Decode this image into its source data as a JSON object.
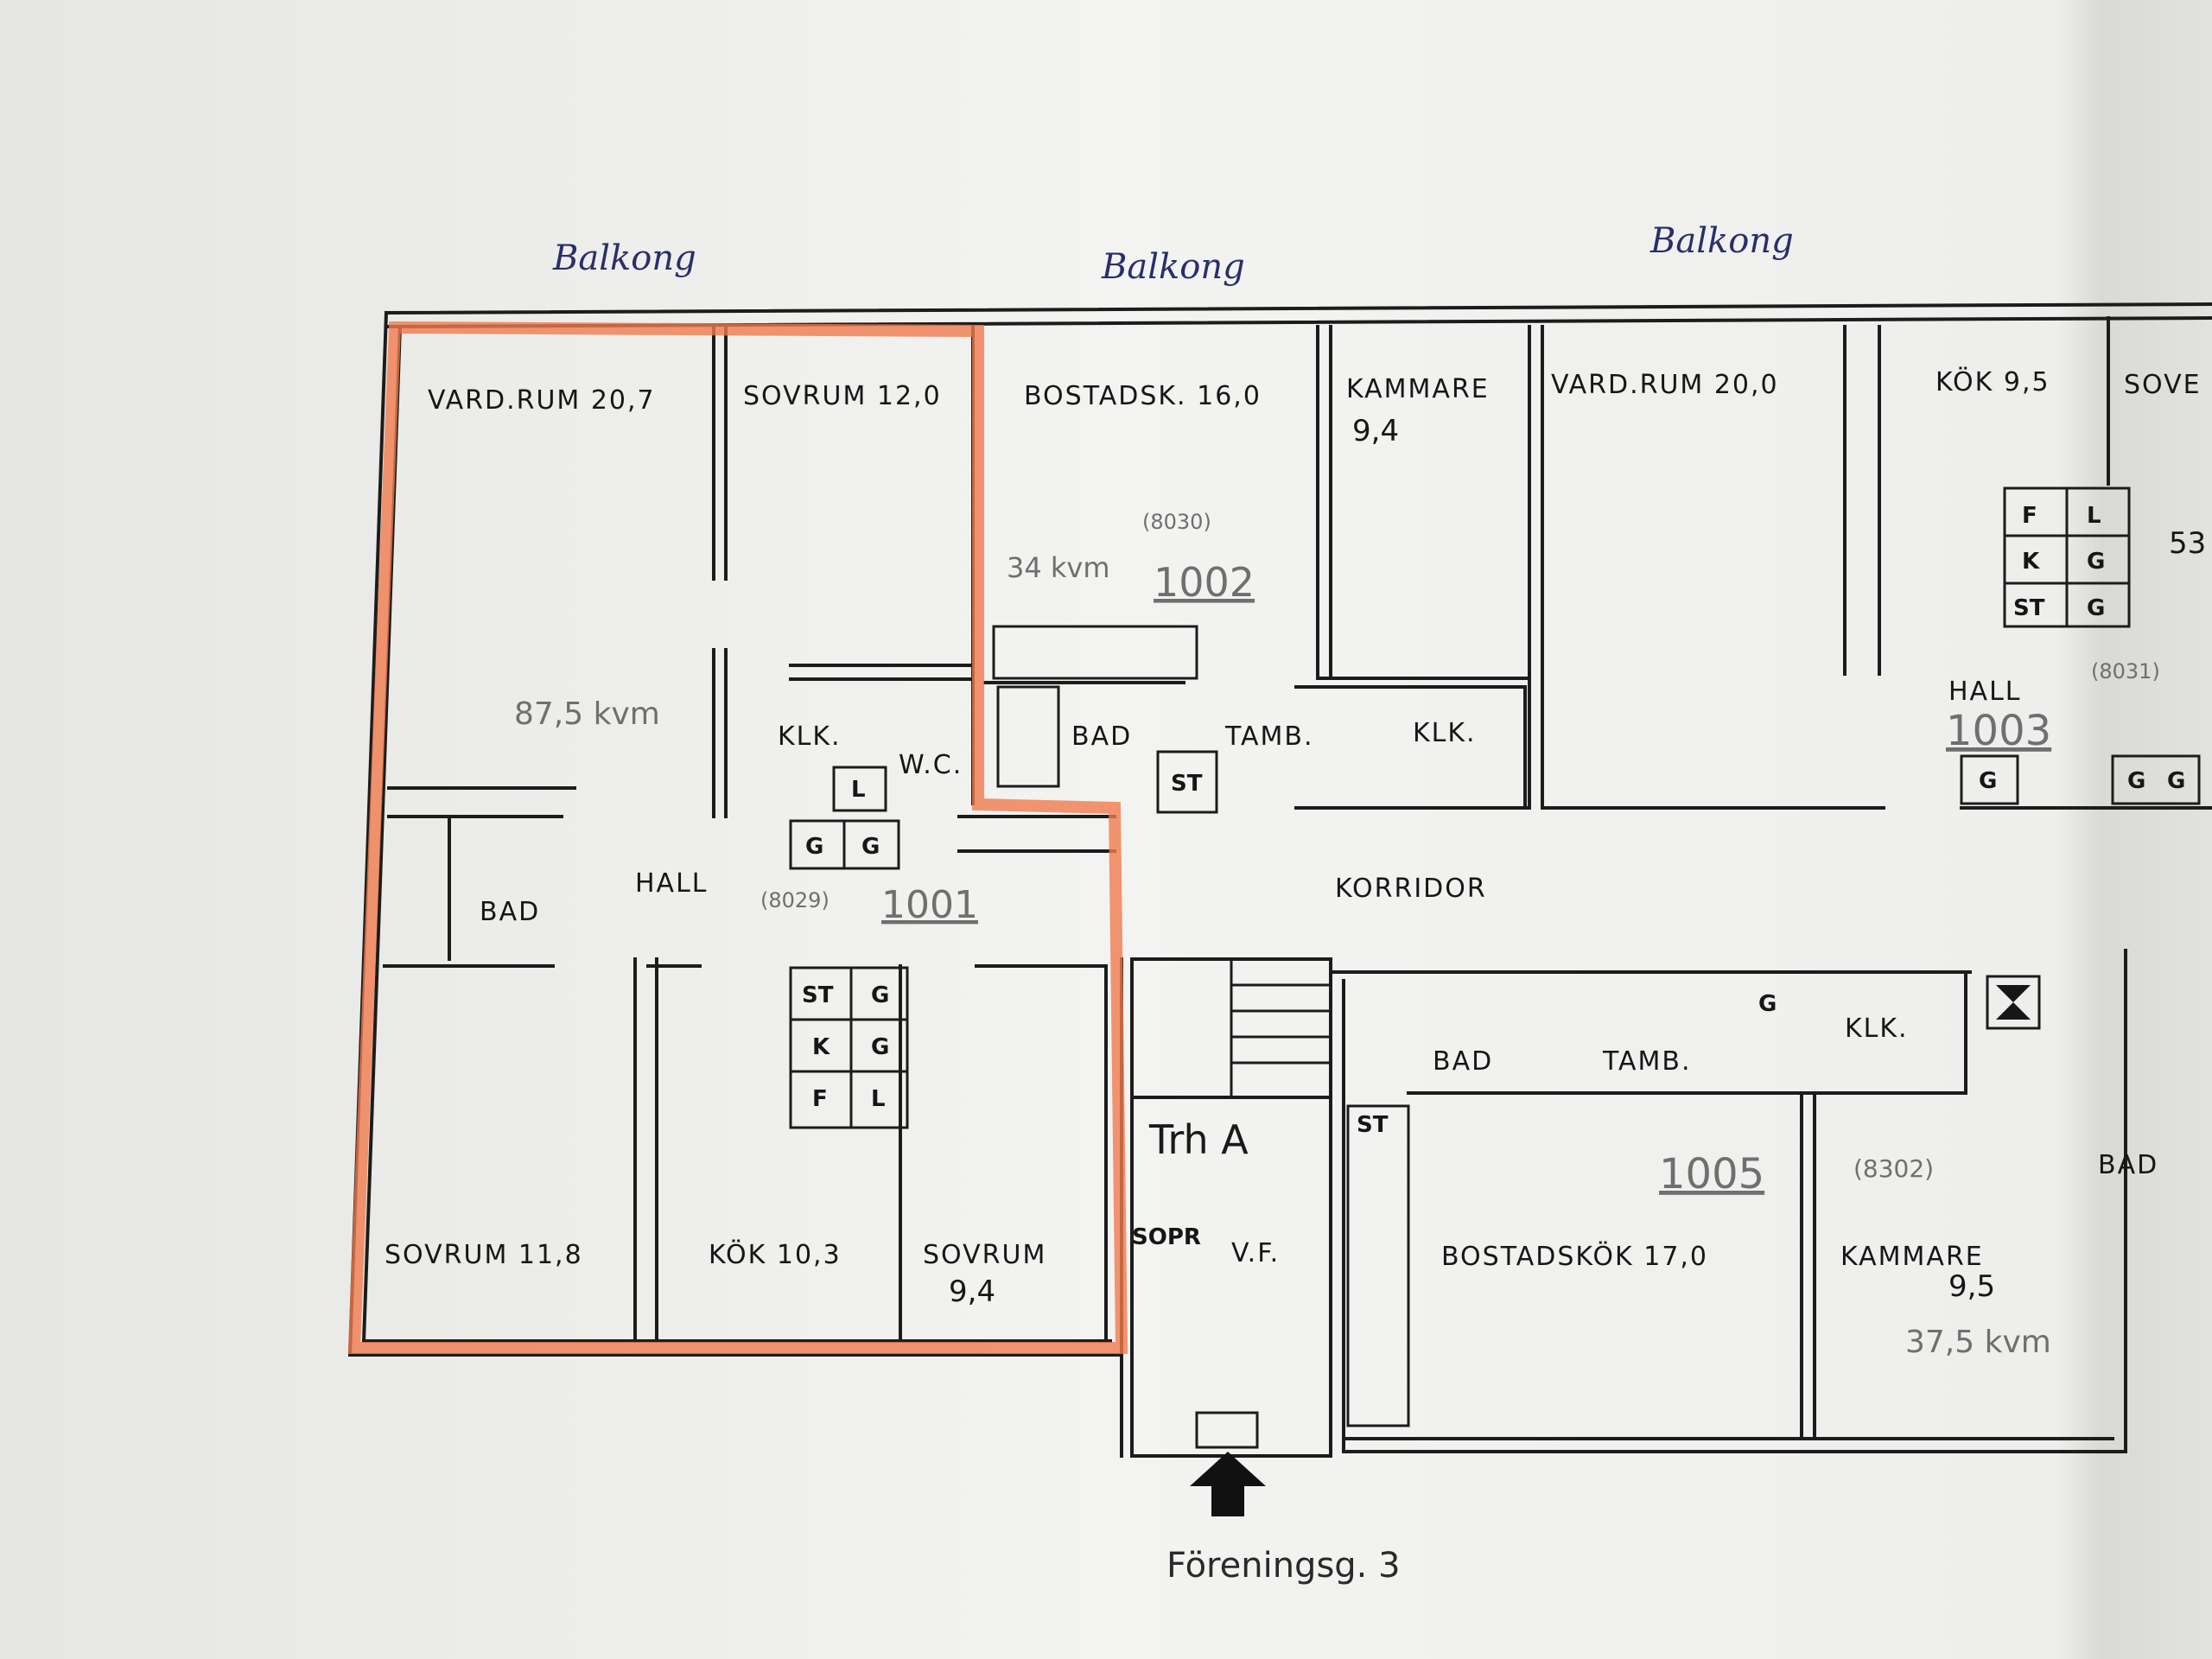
{
  "plan": {
    "balconies": [
      "Balkong",
      "Balkong",
      "Balkong"
    ],
    "street": "Föreningsg. 3",
    "stairwell": "Trh A",
    "corridor": "KORRIDOR",
    "highlight_color": "#f07a4e",
    "apartments": {
      "a1001": {
        "number": "1001",
        "ref": "(8029)",
        "area": "87,5 kvm",
        "rooms": {
          "vardrum": "VARD.RUM 20,7",
          "sovrum1": "SOVRUM 12,0",
          "sovrum2": "SOVRUM 11,8",
          "kok": "KÖK 10,3",
          "sovrum3": "SOVRUM",
          "sovrum3_area": "9,4",
          "hall": "HALL",
          "bad": "BAD",
          "klk": "KLK.",
          "wc": "W.C."
        },
        "fixtures": [
          "ST",
          "G",
          "K",
          "G",
          "F",
          "L",
          "G",
          "G",
          "L"
        ]
      },
      "a1002": {
        "number": "1002",
        "ref": "(8030)",
        "area": "34 kvm",
        "rooms": {
          "bostadskok": "BOSTADSK. 16,0",
          "kammare": "KAMMARE",
          "kammare_area": "9,4",
          "bad": "BAD",
          "tamb": "TAMB.",
          "klk": "KLK."
        },
        "fixtures": [
          "ST"
        ]
      },
      "a1003": {
        "number": "1003",
        "ref": "(8031)",
        "rooms": {
          "vardrum": "VARD.RUM 20,0",
          "kok": "KÖK 9,5",
          "sovrum": "SOVE",
          "hall": "HALL",
          "partial_number": "53"
        },
        "fixtures": [
          "F",
          "L",
          "K",
          "G",
          "ST",
          "G",
          "G",
          "G",
          "G"
        ]
      },
      "a1005": {
        "number": "1005",
        "ref": "(8302)",
        "area": "37,5 kvm",
        "rooms": {
          "bostadskok": "BOSTADSKÖK 17,0",
          "kammare": "KAMMARE",
          "kammare_area": "9,5",
          "bad": "BAD",
          "tamb": "TAMB.",
          "klk": "KLK."
        },
        "fixtures": [
          "ST",
          "G"
        ]
      }
    },
    "stair_area": {
      "sopr": "SOPR",
      "vf": "V.F."
    },
    "right_edge": {
      "bad": "BAD"
    }
  }
}
